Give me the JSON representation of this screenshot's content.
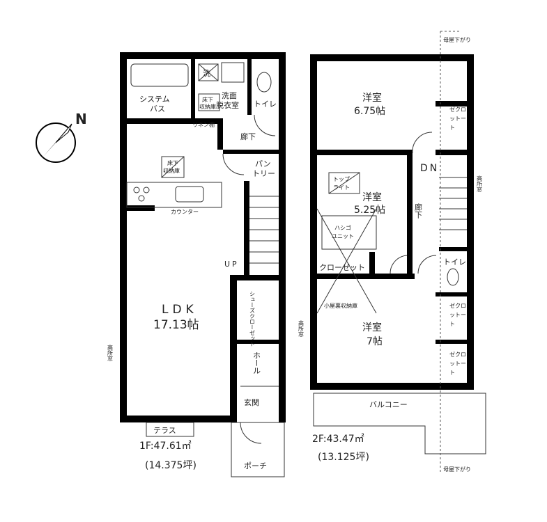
{
  "compass": {
    "north_label": "N"
  },
  "floor1": {
    "rooms": {
      "bath": "システム\nバス",
      "bath_l1": "システム",
      "bath_l2": "バス",
      "laundry": "洗",
      "underfloor1_l1": "床下",
      "underfloor1_l2": "収納庫",
      "wash_l1": "洗面",
      "wash_l2": "脱衣室",
      "toilet": "トイレ",
      "linen": "リネン棚",
      "corridor": "廊下",
      "pantry_l1": "パン",
      "pantry_l2": "トリー",
      "underfloor2_l1": "床下",
      "underfloor2_l2": "収納庫",
      "counter": "カウンター",
      "up": "UP",
      "ldk_l1": "LDK",
      "ldk_l2": "17.13帖",
      "shoes_closet": "シューズクローゼット",
      "hall": "ホール",
      "entrance": "玄関",
      "porch": "ポーチ",
      "terrace": "テラス",
      "high_window": "高所窓"
    },
    "area": "1F:47.61㎡",
    "tsubo": "(14.375坪)"
  },
  "floor2": {
    "rooms": {
      "room1_l1": "洋室",
      "room1_l2": "6.75帖",
      "closet_l1": "ゼクロ",
      "closet_l2": "ットー",
      "closet_l3": "ト",
      "dn": "DN",
      "skylight_l1": "トップ",
      "skylight_l2": "ライト",
      "room2_l1": "洋室",
      "room2_l2": "5.25帖",
      "ladder_l1": "ハシゴ",
      "ladder_l2": "ユニット",
      "corridor": "廊下",
      "closet_wide": "クローゼット",
      "toilet": "トイレ",
      "attic": "小屋裏収納庫",
      "room3_l1": "洋室",
      "room3_l2": "7帖",
      "balcony": "バルコニー",
      "high_window": "高所窓",
      "roof_down": "母屋下がり"
    },
    "area": "2F:43.47㎡",
    "tsubo": "(13.125坪)"
  }
}
